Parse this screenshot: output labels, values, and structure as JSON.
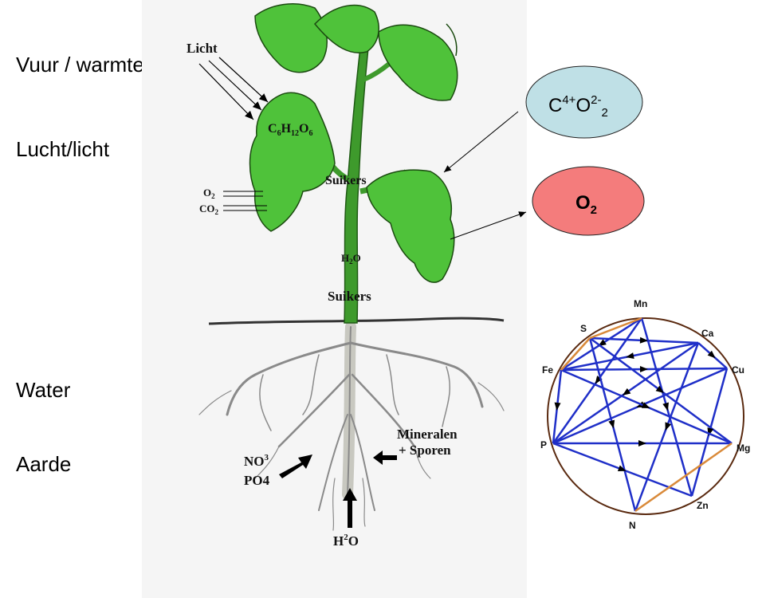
{
  "left_labels": {
    "fire": "Vuur / warmte",
    "air": "Lucht/licht",
    "water": "Water",
    "earth": "Aarde"
  },
  "plant": {
    "light": "Licht",
    "glucose": {
      "c": "C",
      "c_sub": "6",
      "h": "H",
      "h_sub": "12",
      "o": "O",
      "o_sub": "6"
    },
    "o2": {
      "base": "O",
      "sub": "2"
    },
    "co2": {
      "base": "CO",
      "sub": "2"
    },
    "sugars_upper": "Suikers",
    "sugars_lower": "Suikers",
    "stem_water": {
      "base": "H",
      "sub": "2",
      "tail": "O"
    },
    "minerals_line1": "Mineralen",
    "minerals_line2": "+ Sporen",
    "no3": {
      "base": "NO",
      "sup": "3"
    },
    "po4": "PO4",
    "h2o": {
      "base": "H",
      "sup": "2",
      "tail": "O"
    }
  },
  "bubbles": {
    "co2": {
      "c": "C",
      "c_sup": "4+",
      "o": "O",
      "o_sup": "2-",
      "o_sub": "2",
      "fill": "#bfe0e6"
    },
    "o2": {
      "base": "O",
      "sub": "2",
      "fill": "#f47c7c"
    }
  },
  "element_wheel": {
    "elements": [
      "Mn",
      "Ca",
      "Cu",
      "Mg",
      "Zn",
      "N",
      "P",
      "Fe",
      "S"
    ],
    "line_color": "#1f2fc8",
    "accent_color": "#d98a3a",
    "circle_color": "#5a2a10"
  }
}
